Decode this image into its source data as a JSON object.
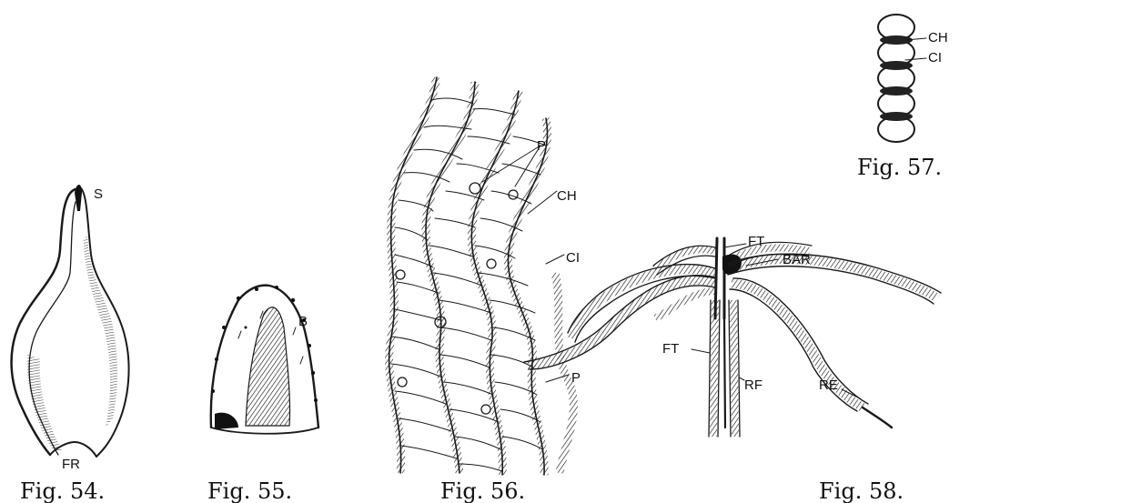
{
  "figures": {
    "fig54": {
      "caption": "Fig. 54.",
      "labels": {
        "s": "S",
        "fr": "FR"
      }
    },
    "fig55": {
      "caption": "Fig. 55.",
      "labels": {
        "b": "B"
      }
    },
    "fig56": {
      "caption": "Fig. 56.",
      "labels": {
        "p_top": "P",
        "ch": "CH",
        "ci": "CI",
        "p_bottom": "P"
      }
    },
    "fig57": {
      "caption": "Fig. 57.",
      "labels": {
        "ch": "CH",
        "ci": "CI"
      }
    },
    "fig58": {
      "caption": "Fig. 58.",
      "labels": {
        "ft_top": "FT",
        "bar": "BAR",
        "ft_left": "FT",
        "rf": "RF",
        "re": "RE"
      }
    }
  },
  "colors": {
    "ink": "#1a1a1a",
    "paper": "#ffffff"
  }
}
